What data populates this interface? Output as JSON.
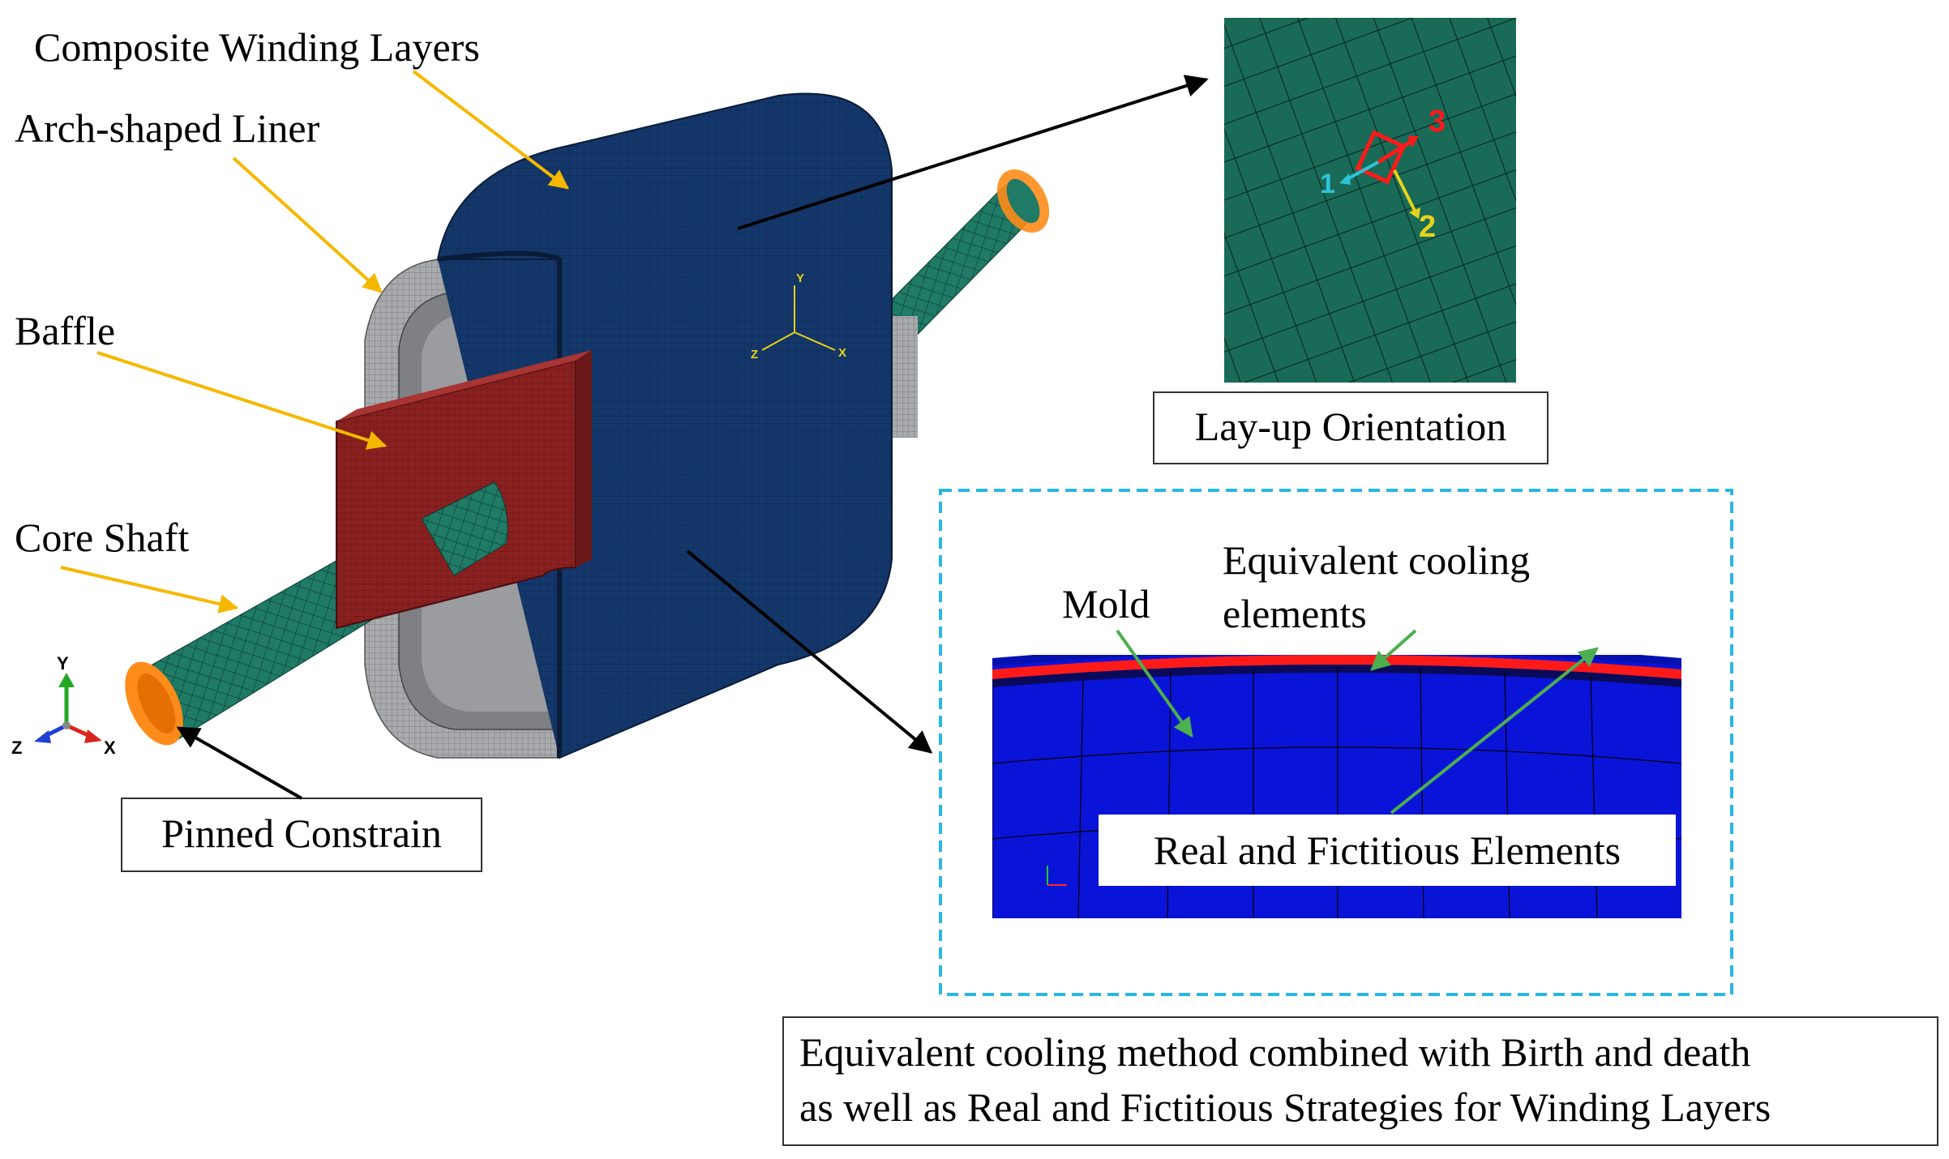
{
  "labels": {
    "composite_winding_layers": "Composite Winding Layers",
    "arch_shaped_liner": "Arch-shaped Liner",
    "baffle": "Baffle",
    "core_shaft": "Core Shaft",
    "pinned_constrain": "Pinned Constrain",
    "layup_orientation": "Lay-up Orientation",
    "mold": "Mold",
    "equivalent_cooling_line1": "Equivalent cooling",
    "equivalent_cooling_line2": "elements",
    "real_fictitious": "Real and Fictitious Elements",
    "method_line1": "Equivalent cooling method combined with Birth and death",
    "method_line2": "as well as Real and Fictitious Strategies for Winding Layers"
  },
  "triad_main": {
    "y": "Y",
    "z": "Z",
    "x": "X"
  },
  "triad_model": {
    "y": "Y",
    "z": "Z",
    "x": "X"
  },
  "layup_axes": {
    "a1": "1",
    "a2": "2",
    "a3": "3"
  },
  "colors": {
    "leader_arrow": "#f5b800",
    "winding_blue": "#14376b",
    "shaft_green": "#1f7a66",
    "baffle_red": "#8a2020",
    "liner_gray": "#a8aaad",
    "constraint_orange": "#ff8c1a",
    "mold_blue": "#0a14d8",
    "cooling_red": "#ff1a1a",
    "dashed_box": "#29b6e8",
    "green_arrow": "#4caf50"
  }
}
